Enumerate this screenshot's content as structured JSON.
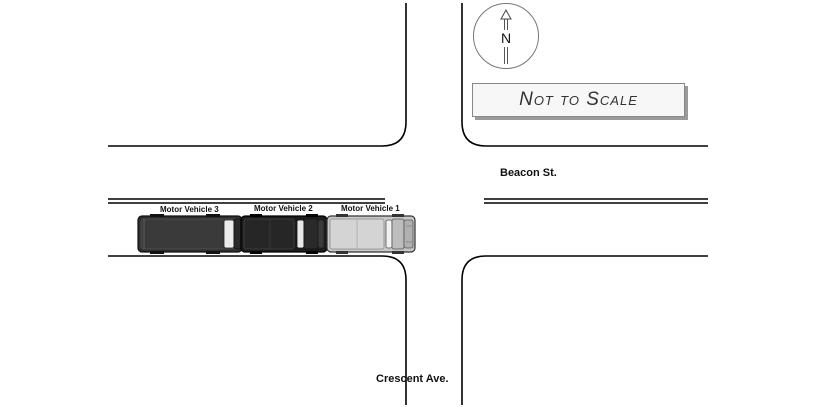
{
  "streets": {
    "east_west": "Beacon St.",
    "north_south": "Crescent Ave."
  },
  "compass": {
    "label": "N",
    "icon": "north-arrow-icon"
  },
  "scale_note": "Not to Scale",
  "vehicles": [
    {
      "id": "mv1",
      "label": "Motor Vehicle 1",
      "color": "#c8c8c8",
      "type": "pickup"
    },
    {
      "id": "mv2",
      "label": "Motor Vehicle 2",
      "color": "#1c1c1c",
      "type": "pickup"
    },
    {
      "id": "mv3",
      "label": "Motor Vehicle 3",
      "color": "#2e2e2e",
      "type": "van"
    }
  ]
}
